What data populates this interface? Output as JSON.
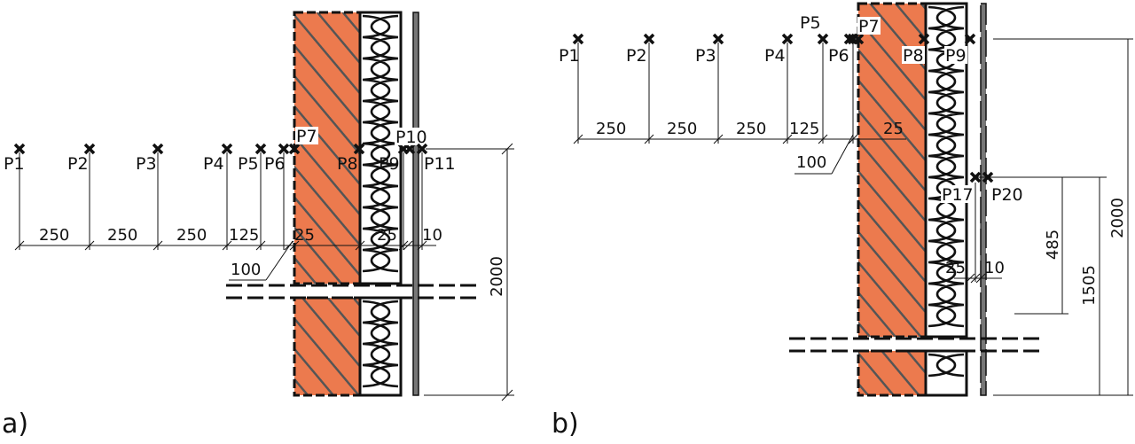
{
  "colors": {
    "masonry": "#EC7A4E",
    "hatch": "#555555",
    "line": "#111111",
    "insulation": "#ffffff"
  },
  "diagram_a": {
    "panel_label": "a)",
    "points": [
      {
        "label": "P1"
      },
      {
        "label": "P2"
      },
      {
        "label": "P3"
      },
      {
        "label": "P4"
      },
      {
        "label": "P5"
      },
      {
        "label": "P6"
      },
      {
        "label": "P7"
      },
      {
        "label": "P8"
      },
      {
        "label": "P9"
      },
      {
        "label": "P10"
      },
      {
        "label": "P11"
      }
    ],
    "spacings": [
      "250",
      "250",
      "250",
      "125",
      "25",
      "25",
      "10"
    ],
    "offset_dim": "100",
    "height_dim": "2000"
  },
  "diagram_b": {
    "panel_label": "b)",
    "points": [
      {
        "label": "P1"
      },
      {
        "label": "P2"
      },
      {
        "label": "P3"
      },
      {
        "label": "P4"
      },
      {
        "label": "P5"
      },
      {
        "label": "P6"
      },
      {
        "label": "P7"
      },
      {
        "label": "P8"
      },
      {
        "label": "P9"
      },
      {
        "label": "P17"
      },
      {
        "label": "P20"
      }
    ],
    "spacings": [
      "250",
      "250",
      "250",
      "125",
      "25",
      "25",
      "10"
    ],
    "offset_dim": "100",
    "height_dims": [
      "485",
      "1505",
      "2000"
    ]
  }
}
